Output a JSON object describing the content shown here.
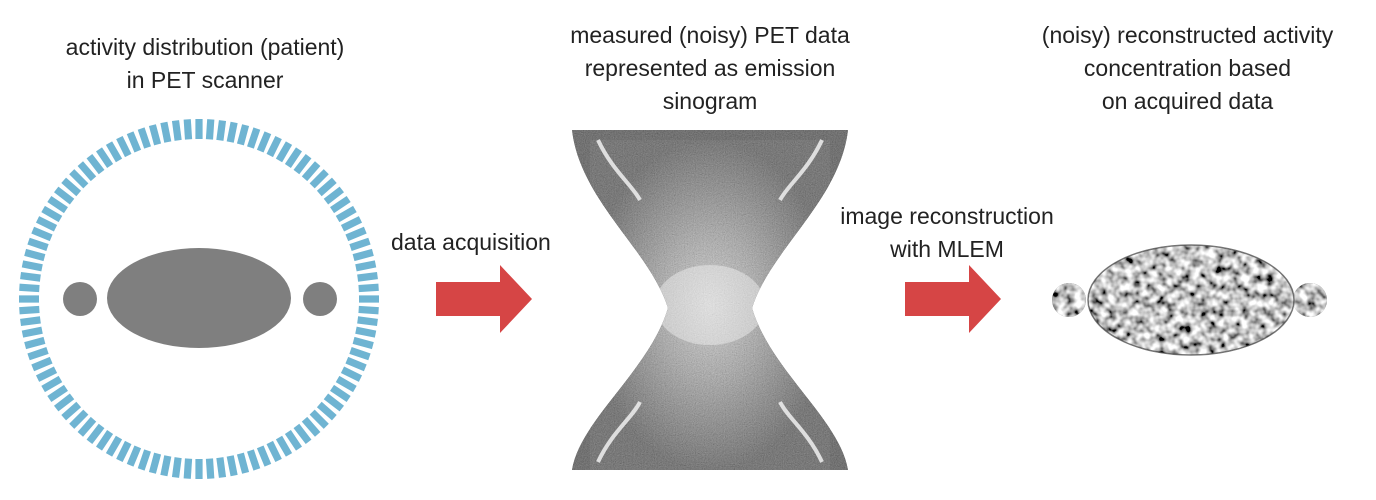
{
  "panels": {
    "left": {
      "caption_lines": [
        "activity distribution (patient)",
        "in PET scanner"
      ]
    },
    "middle": {
      "caption_lines": [
        "measured (noisy) PET data",
        "represented as emission",
        "sinogram"
      ]
    },
    "right": {
      "caption_lines": [
        "(noisy) reconstructed activity",
        "concentration based",
        "on acquired data"
      ]
    }
  },
  "steps": {
    "acquisition": {
      "label": "data acquisition"
    },
    "reconstruction": {
      "label_lines": [
        "image reconstruction",
        "with MLEM"
      ]
    }
  },
  "colors": {
    "detector": "#6fb4d2",
    "phantom": "#7f7f7f",
    "arrow": "#d64545",
    "text": "#222222"
  },
  "icons": [
    "detector-ring-icon",
    "right-arrow-icon"
  ]
}
